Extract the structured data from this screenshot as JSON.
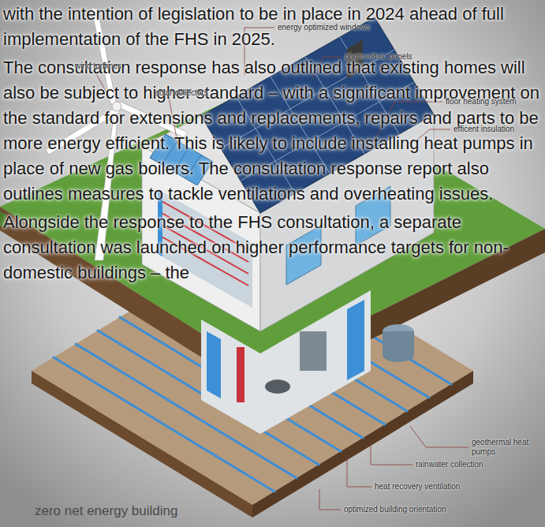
{
  "diagram": {
    "caption": "zero net energy building",
    "labels": [
      "with the intention of legislation to be in place in 2024 ahead of full implementation of the FHS in 2025.",
      "The consultation response has also outlined that existing homes will also be subject to higher standard – with a significant improvement on the standard for extensions and replacements, repairs and parts to be more energy efficient. This is likely to include installing heat pumps in place of new gas boilers. The consultation response report also outlines measures to tackle ventilations and overheating issues.",
      "Alongside the response to the FHS consultation, a separate consultation was launched on higher performance targets for non-domestic buildings – the",
      "wind turbines",
      "energy optimized windows",
      "photovoltaic panels",
      "solar collectors",
      "floor heating system",
      "efficent insulation",
      "geothermal heat pumps",
      "rainwater collection",
      "heat recovery ventilation",
      "optimized building orientation"
    ]
  }
}
